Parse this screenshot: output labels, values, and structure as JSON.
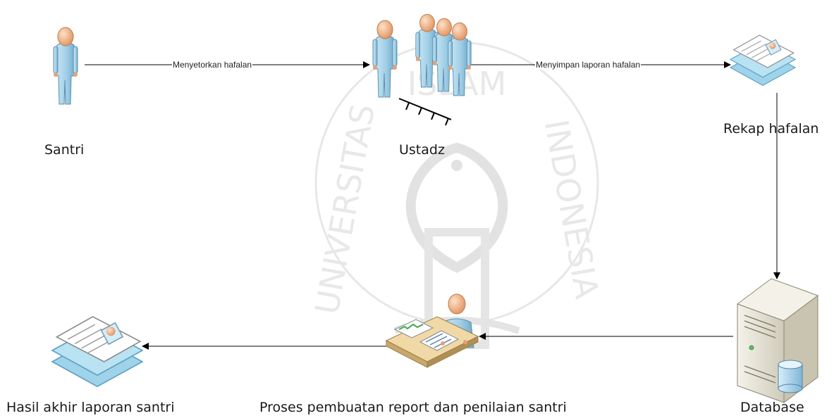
{
  "diagram": {
    "watermark": {
      "ring_text_left": "UNIVERSITAS",
      "ring_text_right": "INDONESIA",
      "ring_text_top": "ISLAM",
      "color": "#cfcfcf"
    },
    "nodes": {
      "santri": {
        "label": "Santri",
        "icon": "person-icon"
      },
      "ustadz": {
        "label": "Ustadz",
        "icon": "group-icon"
      },
      "rekap": {
        "label": "Rekap hafalan",
        "icon": "documents-icon"
      },
      "database": {
        "label": "Database",
        "icon": "database-server-icon"
      },
      "proses": {
        "label": "Proses pembuatan report dan penilaian santri",
        "icon": "person-at-desk-icon"
      },
      "hasil": {
        "label": "Hasil akhir laporan santri",
        "icon": "documents-icon"
      }
    },
    "edges": {
      "e1": {
        "label": "Menyetorkan hafalan"
      },
      "e2": {
        "label": "Menyimpan laporan hafalan"
      }
    },
    "colors": {
      "person_fill": "#a9d4ea",
      "person_dark": "#6fa9c9",
      "head_fill": "#f2b383",
      "doc_fill": "#c6e8f4",
      "server_fill": "#e9e6da",
      "line": "#000000"
    }
  }
}
